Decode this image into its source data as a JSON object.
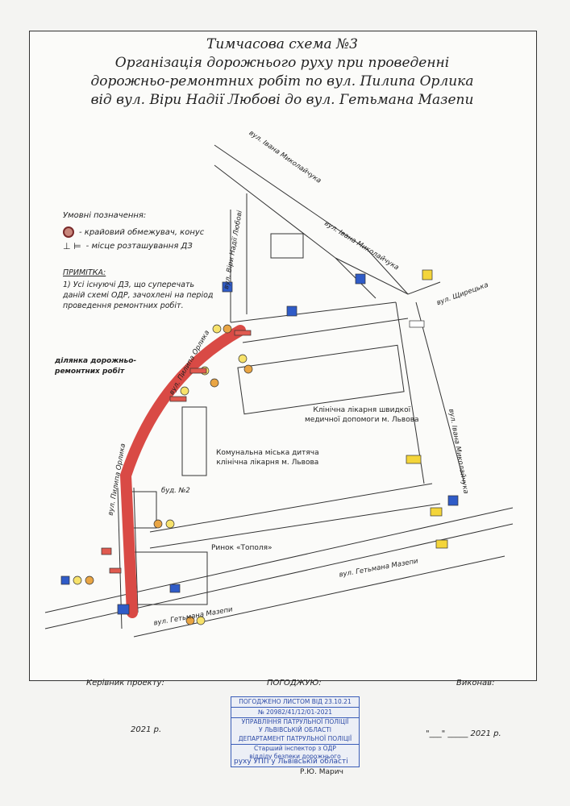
{
  "title": {
    "line1": "Тимчасова схема №3",
    "line2": "Організація дорожнього руху при проведенні",
    "line3": "дорожньо-ремонтних робіт по вул. Пилипа Орлика",
    "line4": "від вул. Віри Надії Любові до вул. Гетьмана Мазепи"
  },
  "legend": {
    "heading": "Умовні позначення:",
    "cone_label": "- крайовий обмежувач, конус",
    "sign_label": "- місце розташування ДЗ"
  },
  "note": {
    "heading": "ПРИМІТКА:",
    "text": "1) Усі існуючі ДЗ, що суперечать даній схемі ОДР, зачохлені на період проведення ремонтних робіт."
  },
  "work_area": {
    "line1": "ділянка дорожньо-",
    "line2": "ремонтних робіт"
  },
  "streets": {
    "ivana_mykolaichuka_top": "вул. Івана Миколайчука",
    "ivana_mykolaichuka_mid": "вул. Івана Миколайчука",
    "ivana_mykolaichuka_right": "вул. Івана Миколайчука",
    "viry_nadii": "вул. Віри Надії Любові",
    "orlyka_top": "вул. Пилипа Орлика",
    "orlyka_left": "вул. Пилипа Орлика",
    "shchyrotsa": "вул. Щирецька",
    "mazepy_right": "вул. Гетьмана Мазепи",
    "mazepy_left": "вул. Гетьмана Мазепи",
    "bud2": "буд. №2"
  },
  "buildings": {
    "hospital_line1": "Клінічна лікарня швидкої",
    "hospital_line2": "медичної допомоги м. Львова",
    "child_line1": "Комунальна міська дитяча",
    "child_line2": "клінічна лікарня м. Львова",
    "market": "Ринок «Тополя»"
  },
  "footer": {
    "customer": "Керівник проекту:",
    "approved": "ПОГОДЖУЮ:",
    "executor": "Виконав:",
    "date_left": "2021 р.",
    "date_right": "\"___\" _____ 2021 р."
  },
  "stamp": {
    "line1": "ПОГОДЖЕНО ЛИСТОМ ВІД 23.10.21",
    "line2": "№ 20982/41/12/01-2021",
    "line3": "УПРАВЛІННЯ ПАТРУЛЬНОЇ ПОЛІЦІЇ",
    "line4": "У ЛЬВІВСЬКІЙ ОБЛАСТІ",
    "line5": "ДЕПАРТАМЕНТ ПАТРУЛЬНОЇ ПОЛІЦІЇ",
    "line6": "Старший інспектор з ОДР",
    "line7": "відділу безпеки дорожнього",
    "line8": "руху УПП у Львівській області",
    "signer": "Р.Ю. Марич"
  },
  "colors": {
    "work_zone": "#d94a45",
    "stamp_blue": "#3a5db8"
  }
}
